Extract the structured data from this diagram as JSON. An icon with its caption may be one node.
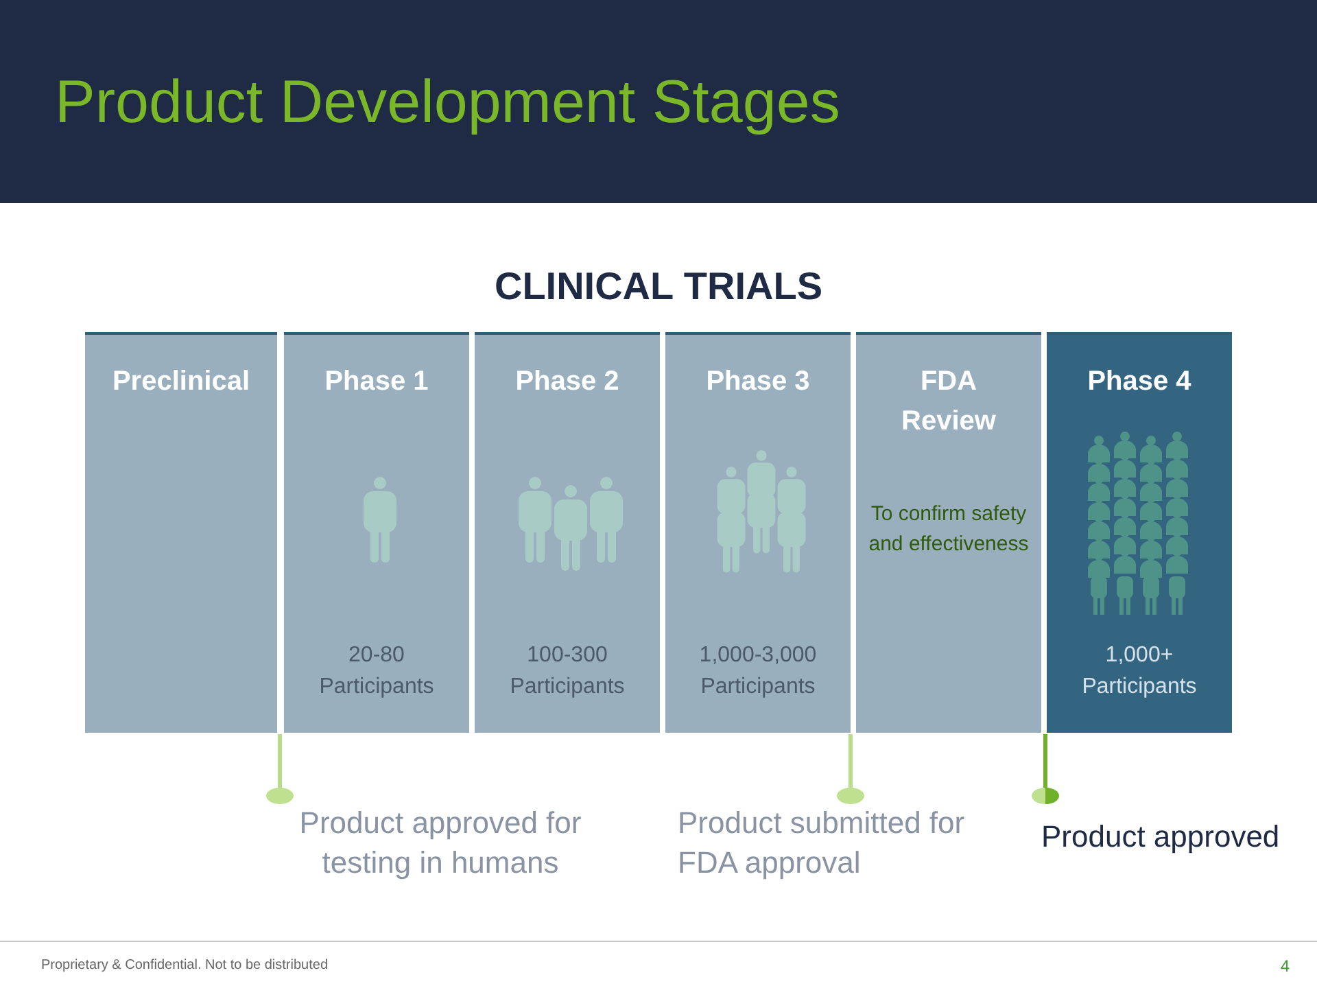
{
  "diagram": {
    "title": "Product Development Stages",
    "nodes": [
      {
        "text": [
          "Preclinical"
        ]
      },
      {
        "text": [
          "Phase 1",
          "20-80 Participants"
        ]
      },
      {
        "text": [
          "Phase 2",
          "100-300 Participants"
        ]
      },
      {
        "text": [
          "Phase 3",
          "1,000-3,000 Participants"
        ]
      },
      {
        "text": [
          "FDA Review",
          "To confirm safety and effectiveness"
        ]
      },
      {
        "text": [
          "Phase 4",
          "1,000+ Participants"
        ]
      }
    ],
    "labels": [
      "CLINICAL TRIALS",
      "Product approved for testing in humans",
      "Product submitted for FDA approval",
      "Product approved",
      "Proprietary & Confidential. Not to be distributed",
      "4"
    ]
  }
}
